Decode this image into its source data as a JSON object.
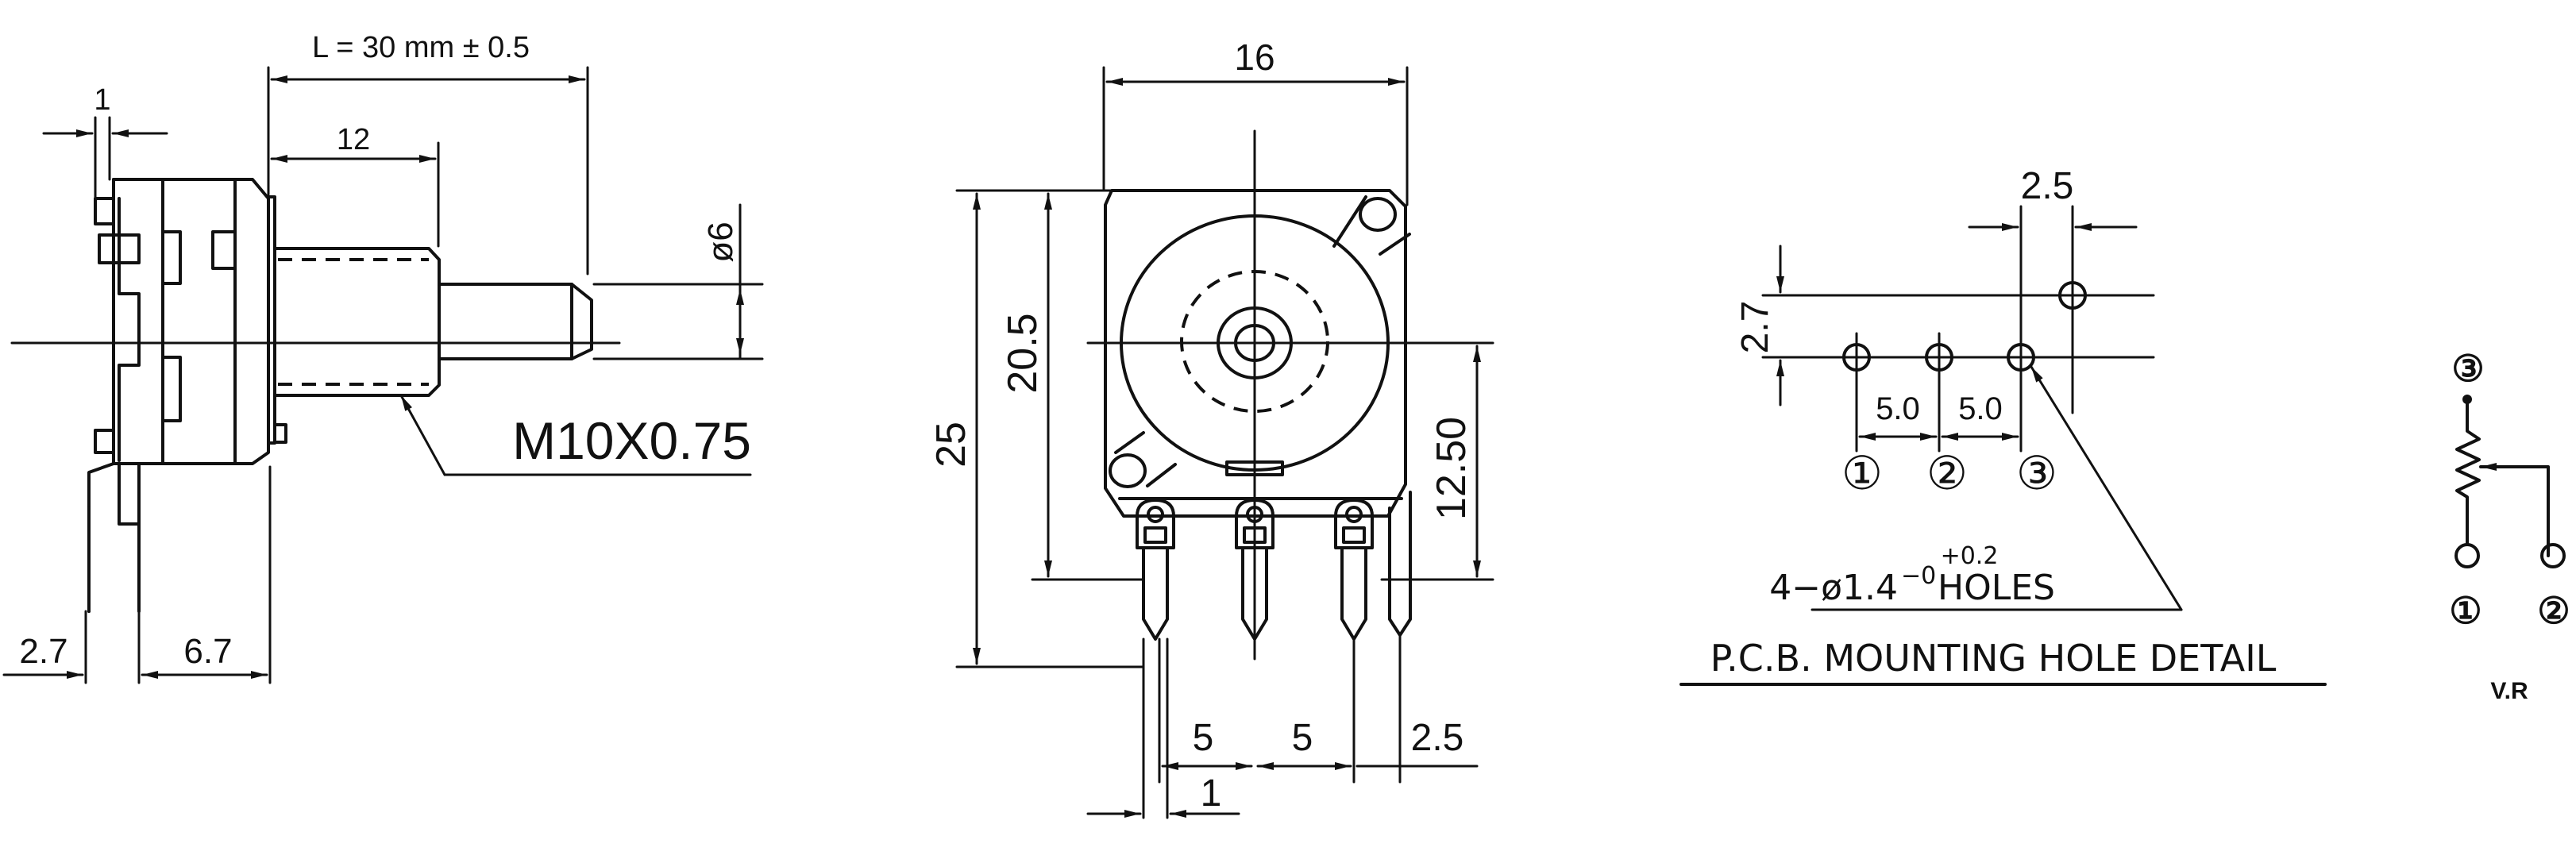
{
  "figure": {
    "background": "#ffffff",
    "line_color": "#111111"
  },
  "side_view": {
    "shaft_length_label": "L = 30 mm ± 0.5",
    "bushing_length_label": "12",
    "flange_thickness_label": "1",
    "shaft_diameter_label": "ø6",
    "thread_label": "M10X0.75",
    "pin_offset_label": "2.7",
    "pin_to_face_label": "6.7"
  },
  "front_view": {
    "width_label": "16",
    "total_height_label": "25",
    "body_height_label": "20.5",
    "center_height_label": "12.50",
    "pin_pitch_1_label": "5",
    "pin_pitch_2_label": "5",
    "bracket_offset_label": "2.5",
    "pin_width_label": "1"
  },
  "pcb_detail": {
    "title": "P.C.B. MOUNTING HOLE DETAIL",
    "offset_x_label": "2.5",
    "offset_y_label": "2.7",
    "pitch_1_label": "5.0",
    "pitch_2_label": "5.0",
    "pin_labels": [
      "①",
      "②",
      "③"
    ],
    "holes_prefix": "4−ø1.4",
    "holes_tol_upper": "+0.2",
    "holes_tol_lower": "−0",
    "holes_suffix": "HOLES"
  },
  "schematic": {
    "caption": "V.R",
    "terminal_top": "③",
    "terminal_left": "①",
    "terminal_right": "②"
  }
}
